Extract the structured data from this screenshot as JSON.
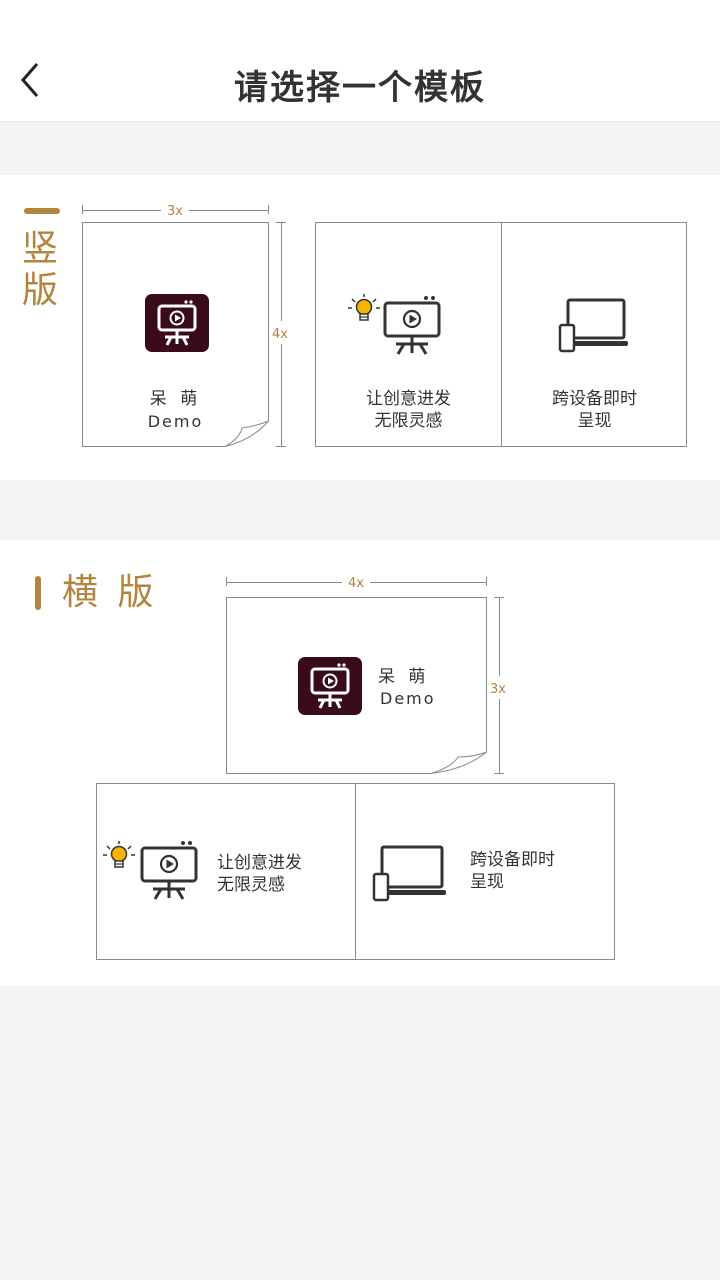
{
  "header": {
    "title": "请选择一个模板"
  },
  "portrait": {
    "title_line1": "竖",
    "title_line2": "版",
    "width_label": "3x",
    "height_label": "4x",
    "sample": {
      "name": "呆 萌",
      "subtitle": "Demo"
    },
    "options": [
      {
        "line1": "让创意进发",
        "line2": "无限灵感"
      },
      {
        "line1": "跨设备即时",
        "line2": "呈现"
      }
    ]
  },
  "landscape": {
    "title": "横 版",
    "width_label": "4x",
    "height_label": "3x",
    "sample": {
      "name": "呆 萌",
      "subtitle": "Demo"
    },
    "options": [
      {
        "line1": "让创意进发",
        "line2": "无限灵感"
      },
      {
        "line1": "跨设备即时",
        "line2": "呈现"
      }
    ]
  },
  "colors": {
    "accent": "#b2843e",
    "icon_bg": "#3a0b1a",
    "bulb": "#f5b400"
  }
}
